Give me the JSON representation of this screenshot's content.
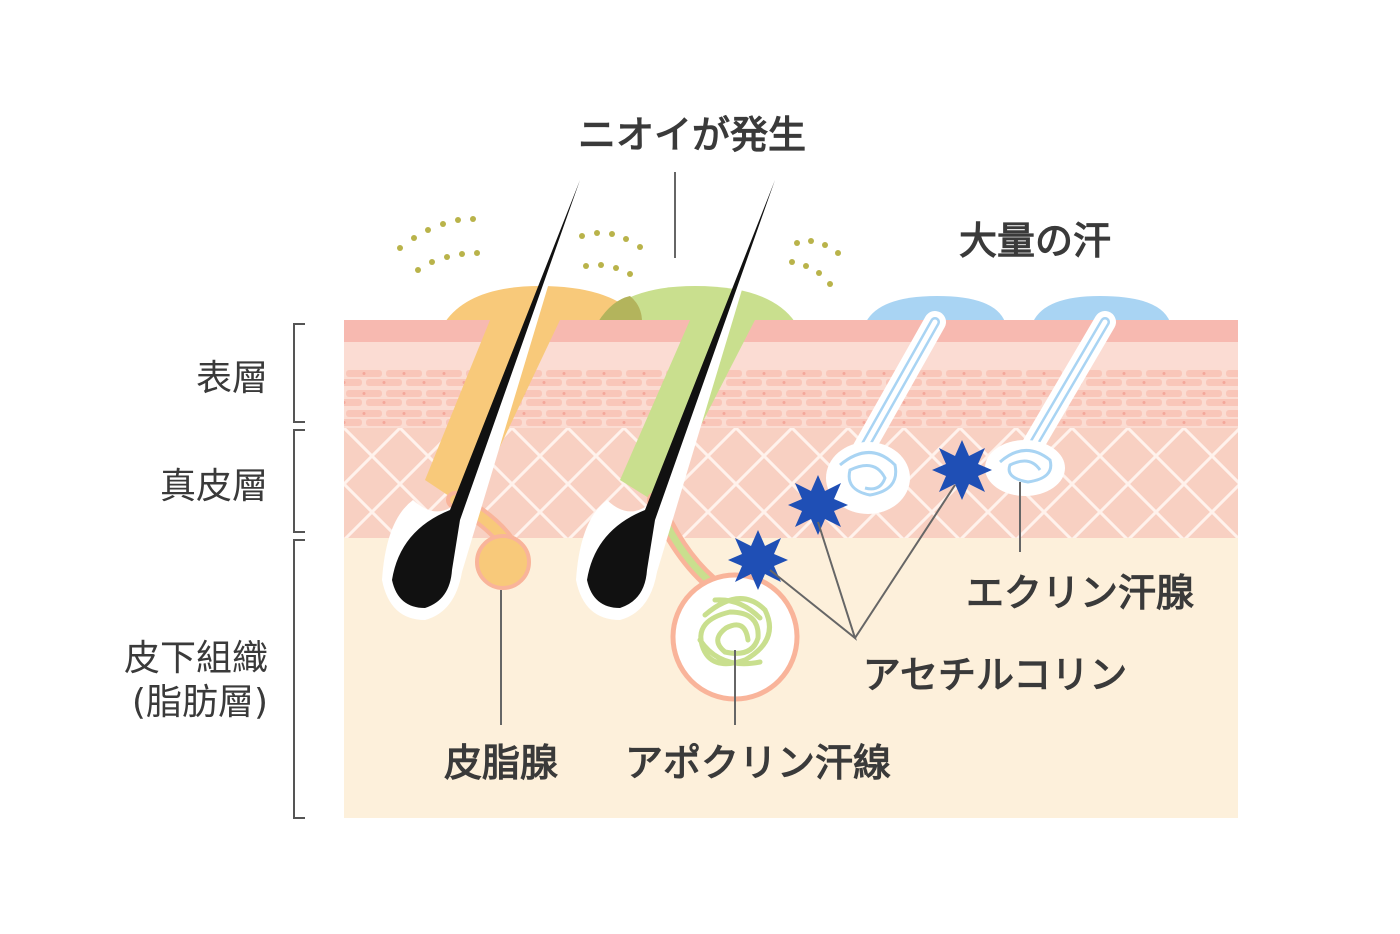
{
  "title": "ニオイが発生",
  "sweat_label": "大量の汗",
  "layers": {
    "epidermis": "表層",
    "dermis": "真皮層",
    "subcutaneous_line1": "皮下組織",
    "subcutaneous_line2": "(脂肪層)"
  },
  "callouts": {
    "sebaceous_gland": "皮脂腺",
    "apocrine_gland": "アポクリン汗線",
    "acetylcholine": "アセチルコリン",
    "eccrine_gland": "エクリン汗腺"
  },
  "colors": {
    "surface": "#f7b9b0",
    "epidermis": "#fbd9d0",
    "dermis": "#f9d3c6",
    "subcutaneous": "#fdf0db",
    "hair": "#111111",
    "sebum": "#f8c97a",
    "apocrine": "#c9df8e",
    "sweat": "#a9d4f3",
    "acetylcholine_star": "#1f4fb5",
    "odor_dots": "#b9b34a",
    "text": "#3a3a3a"
  }
}
